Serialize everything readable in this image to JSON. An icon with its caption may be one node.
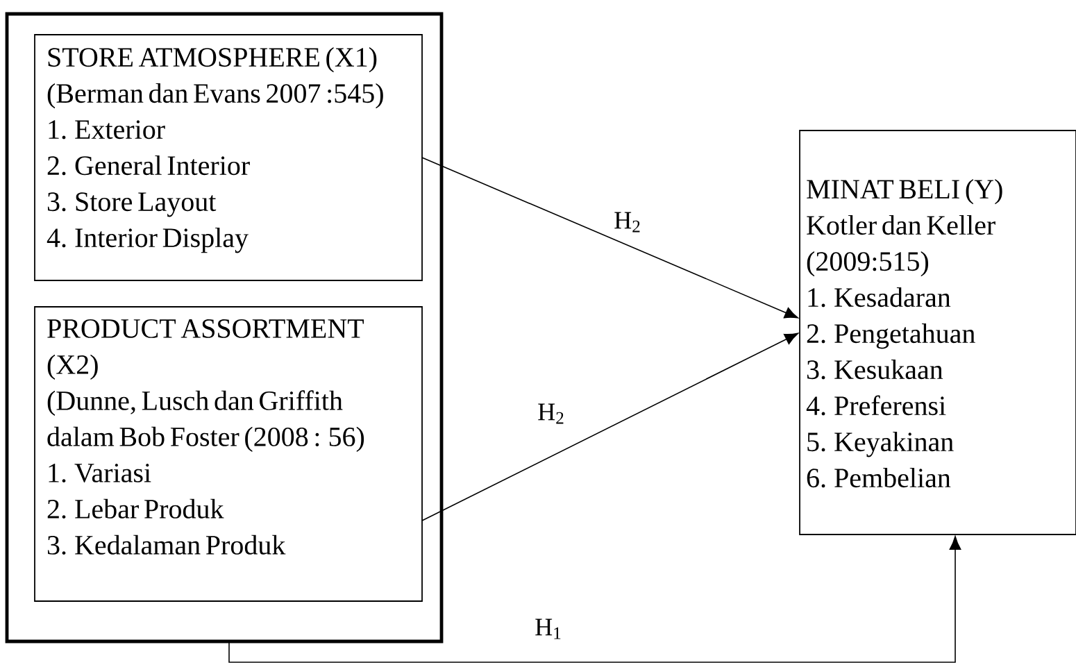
{
  "diagram": {
    "nodes": [
      {
        "text": [],
        "shape": "box"
      },
      {
        "text": [
          "STORE ATMOSPHERE (X1)",
          "(Berman dan Evans 2007 :545)",
          "1. Exterior",
          "2. General Interior",
          "3. Store Layout",
          "4. Interior Display"
        ],
        "in": 0
      },
      {
        "text": [
          "PRODUCT ASSORTMENT (X2)",
          "(Dunne, Lusch dan Griffith dalam Bob Foster (2008 : 56)",
          "1. Variasi",
          "2. Lebar Produk",
          "3. Kedalaman Produk"
        ],
        "in": 0
      },
      {
        "text": [
          "MINAT BELI (Y)",
          "Kotler dan Keller (2009:515)",
          "1. Kesadaran",
          "2. Pengetahuan",
          "3. Kesukaan",
          "4. Preferensi",
          "5. Keyakinan",
          "6. Pembelian"
        ]
      }
    ],
    "edges": [
      {
        "from": 1,
        "to": 3,
        "arrow": "to",
        "label": "H$_{2}$"
      },
      {
        "from": 2,
        "to": 3,
        "arrow": "to",
        "label": "H$_{2}$"
      },
      {
        "from": 0,
        "to": 3,
        "arrow": "to",
        "label": "H$_{1}$"
      }
    ]
  }
}
